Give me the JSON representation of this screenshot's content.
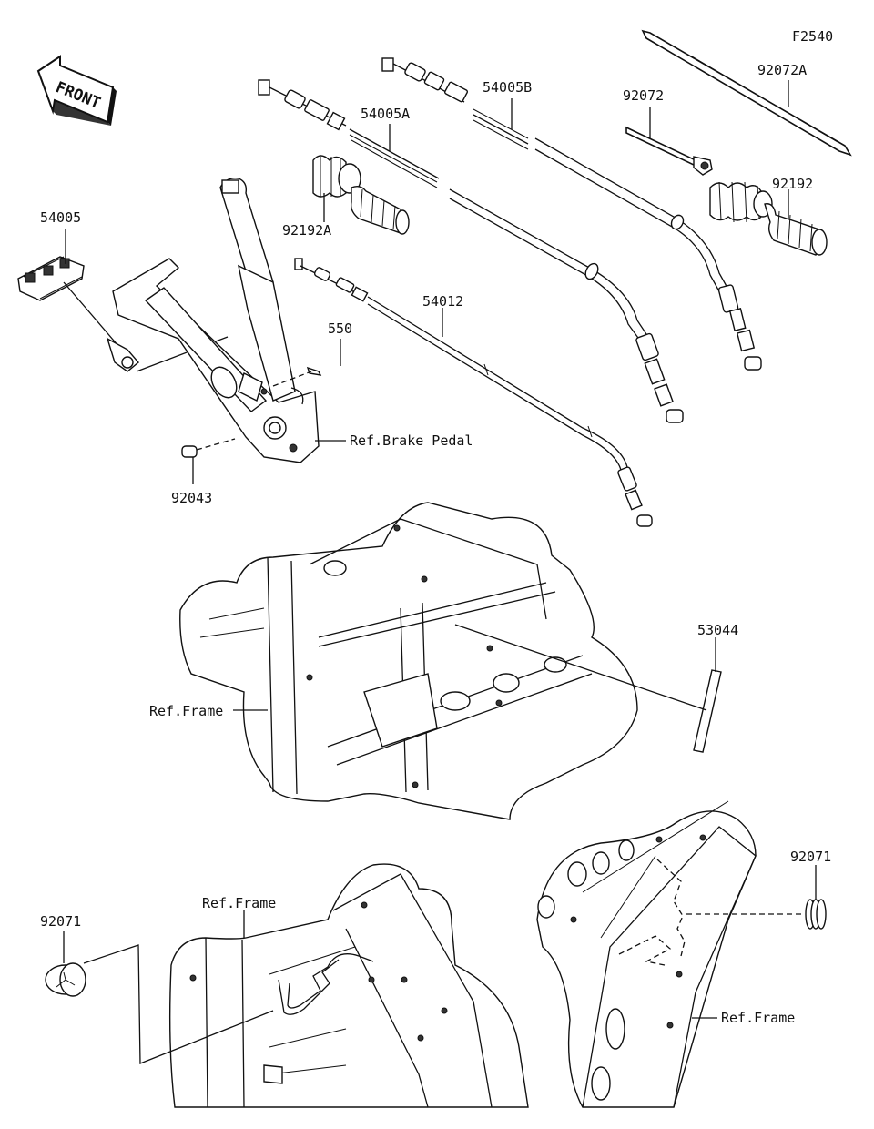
{
  "figure_code": "F2540",
  "front_arrow_text": "FRONT",
  "labels": {
    "p54005": "54005",
    "p54005A": "54005A",
    "p54005B": "54005B",
    "p54012": "54012",
    "p92072": "92072",
    "p92072A": "92072A",
    "p92192": "92192",
    "p92192A": "92192A",
    "p550": "550",
    "p92043": "92043",
    "p53044": "53044",
    "p92071_left": "92071",
    "p92071_right": "92071"
  },
  "refs": {
    "brake_pedal": "Ref.Brake Pedal",
    "frame_center": "Ref.Frame",
    "frame_bottom_left": "Ref.Frame",
    "frame_bottom_right": "Ref.Frame"
  }
}
